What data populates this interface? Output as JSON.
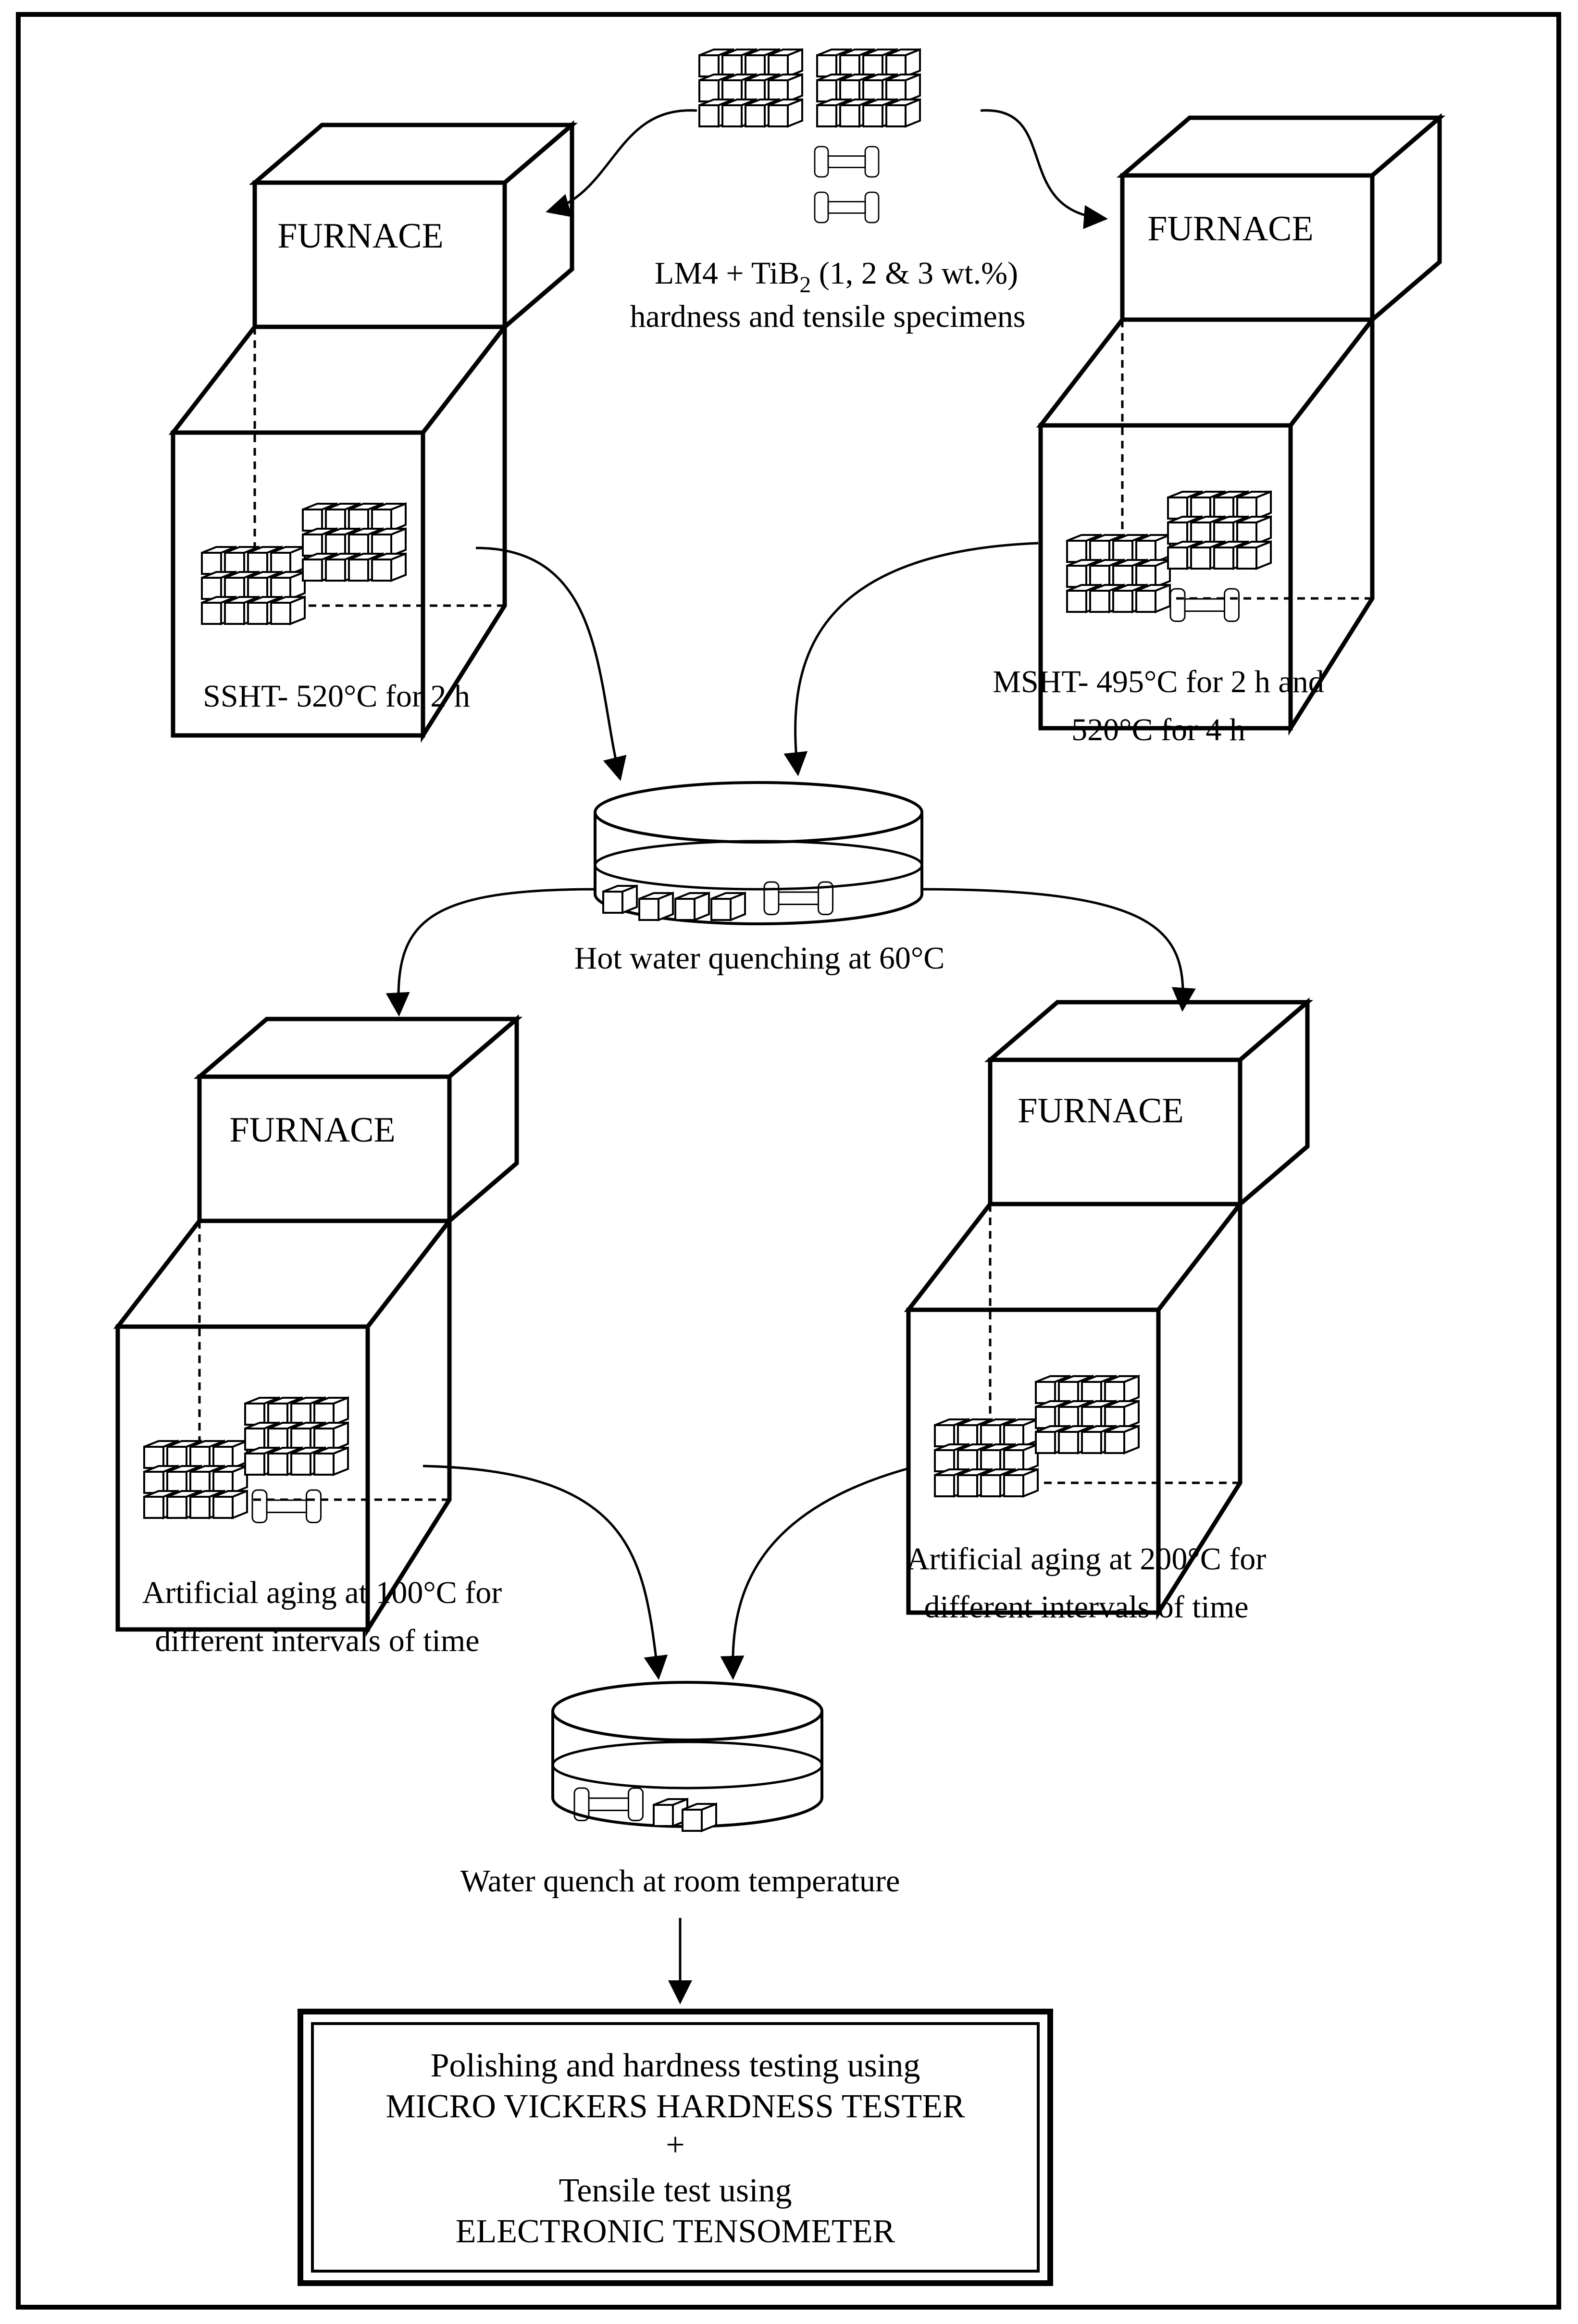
{
  "diagram": {
    "start": {
      "line1_a": "LM4 + TiB",
      "line1_sub": "2",
      "line1_b": " (1, 2 & 3 wt.%)",
      "line2": "hardness and tensile specimens"
    },
    "furnace_label": "FURNACE",
    "sshg": "SSHT- 520°C for 2 h",
    "msht_line1": "MSHT- 495°C for 2 h and",
    "msht_line2": "520°C for 4 h",
    "hot_quench": "Hot water quenching at 60°C",
    "aging100_line1": "Artificial aging at 100°C for",
    "aging100_line2": "different intervals of time",
    "aging200_line1": "Artificial aging at 200°C for",
    "aging200_line2": "different intervals of time",
    "room_quench": "Water quench at room temperature",
    "final": {
      "line1": "Polishing and hardness testing using",
      "line2": "MICRO VICKERS HARDNESS TESTER",
      "line3": "+",
      "line4": "Tensile test using",
      "line5": "ELECTRONIC TENSOMETER"
    }
  }
}
